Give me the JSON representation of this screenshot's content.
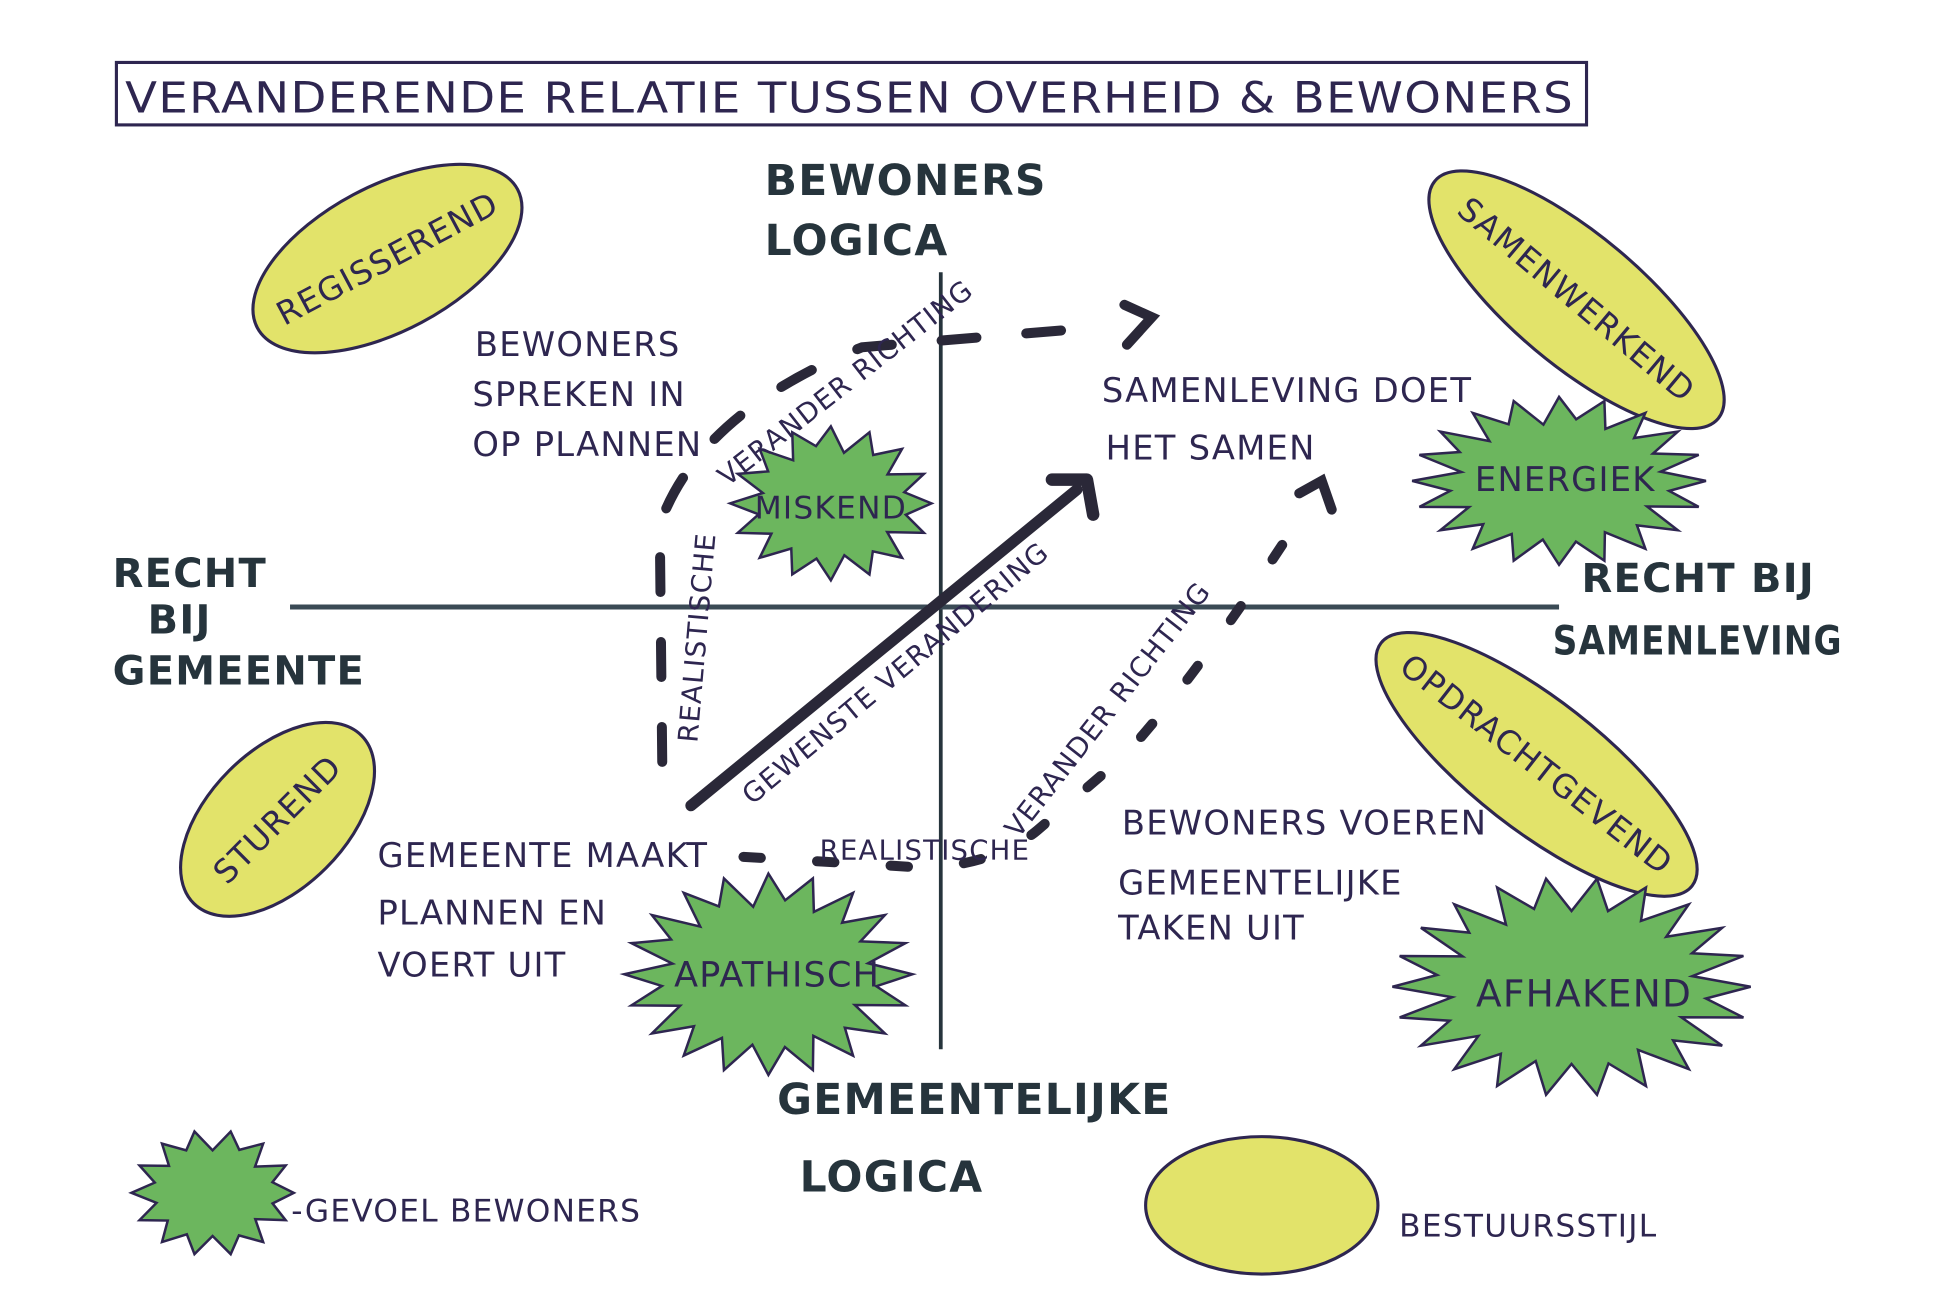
{
  "title": "VERANDERENDE RELATIE TUSSEN OVERHEID & BEWONERS",
  "axes": {
    "top": [
      "BEWONERS",
      "LOGICA"
    ],
    "bottom": [
      "GEMEENTELIJKE",
      "LOGICA"
    ],
    "left": [
      "RECHT",
      "BIJ",
      "GEMEENTE"
    ],
    "right": [
      "RECHT BIJ",
      "SAMENLEVING"
    ]
  },
  "styles": {
    "regisserend": "REGISSEREND",
    "samenwerkend": "SAMENWERKEND",
    "sturend": "STUREND",
    "opdrachtgevend": "OPDRACHTGEVEND"
  },
  "feelings": {
    "miskend": "MISKEND",
    "energiek": "ENERGIEK",
    "apathisch": "APATHISCH",
    "afhakend": "AFHAKEND"
  },
  "statements": {
    "top_left": [
      "BEWONERS",
      "SPREKEN IN",
      "OP PLANNEN"
    ],
    "top_right": [
      "SAMENLEVING DOET",
      "HET SAMEN"
    ],
    "bottom_left": [
      "GEMEENTE MAAKT",
      "PLANNEN EN",
      "VOERT UIT"
    ],
    "bottom_right": [
      "BEWONERS VOEREN",
      "GEMEENTELIJKE",
      "TAKEN UIT"
    ]
  },
  "arrows": {
    "gewenste": "GEWENSTE VERANDERING",
    "realistisch_top_a": "REALISTISCHE",
    "realistisch_top_b": "VERANDER RICHTING",
    "realistisch_bottom_a": "REALISTISCHE",
    "realistisch_bottom_b": "VERANDER RICHTING"
  },
  "legend": {
    "feeling": "-GEVOEL BEWONERS",
    "style": "BESTUURSSTIJL"
  },
  "colors": {
    "yellow": "#e2e36a",
    "green": "#6cb65e",
    "ink": "#2e2650",
    "axis": "#26343c"
  }
}
